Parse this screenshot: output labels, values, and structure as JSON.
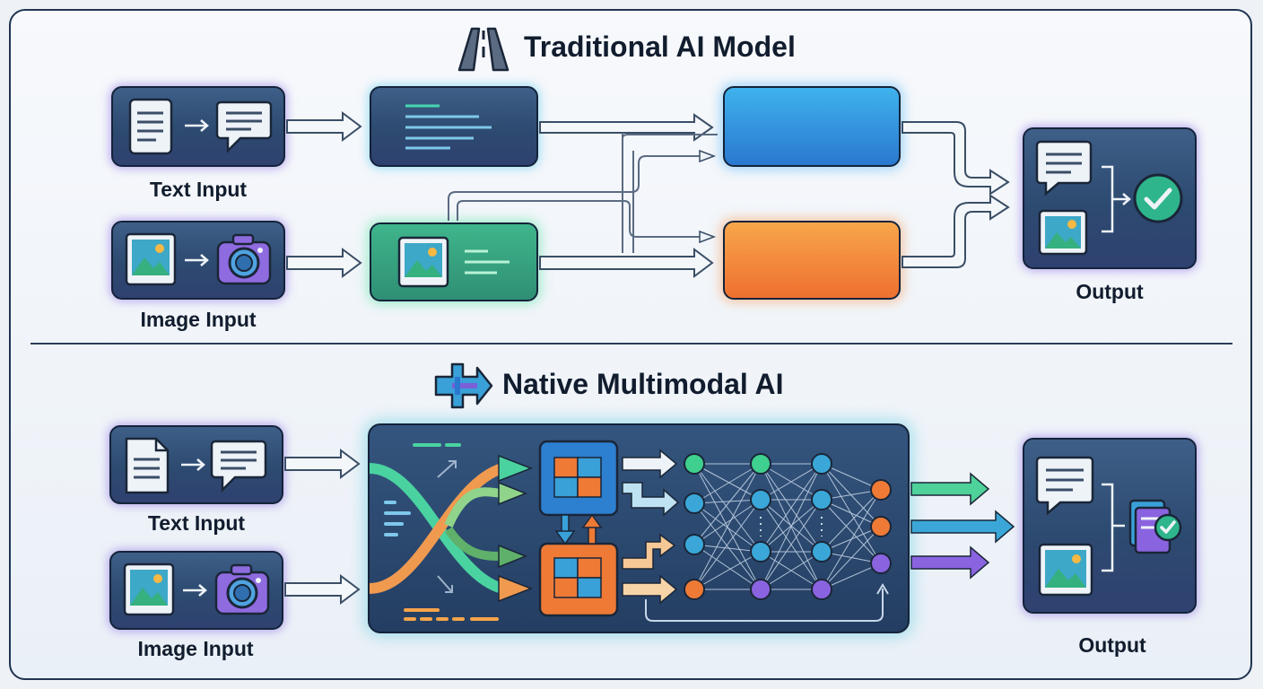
{
  "traditional": {
    "title": "Traditional AI Model",
    "text_input_label": "Text Input",
    "image_input_label": "Image Input",
    "output_label": "Output"
  },
  "native": {
    "title": "Native Multimodal AI",
    "text_input_label": "Text Input",
    "image_input_label": "Image Input",
    "output_label": "Output"
  },
  "colors": {
    "frame": "#1f3450",
    "card": "#2d4a70",
    "blue_module": "#2a78d0",
    "orange_module": "#ee7030",
    "green_module": "#2f8f74",
    "check": "#2fb58c",
    "purple": "#8a63e0"
  },
  "icons": {
    "traditional_title": "road-icon",
    "native_title": "merge-arrow-icon",
    "document": "document-icon",
    "chat": "chat-bubble-icon",
    "image": "image-icon",
    "camera": "camera-icon",
    "check": "check-circle-icon",
    "puzzle": "puzzle-icon"
  }
}
